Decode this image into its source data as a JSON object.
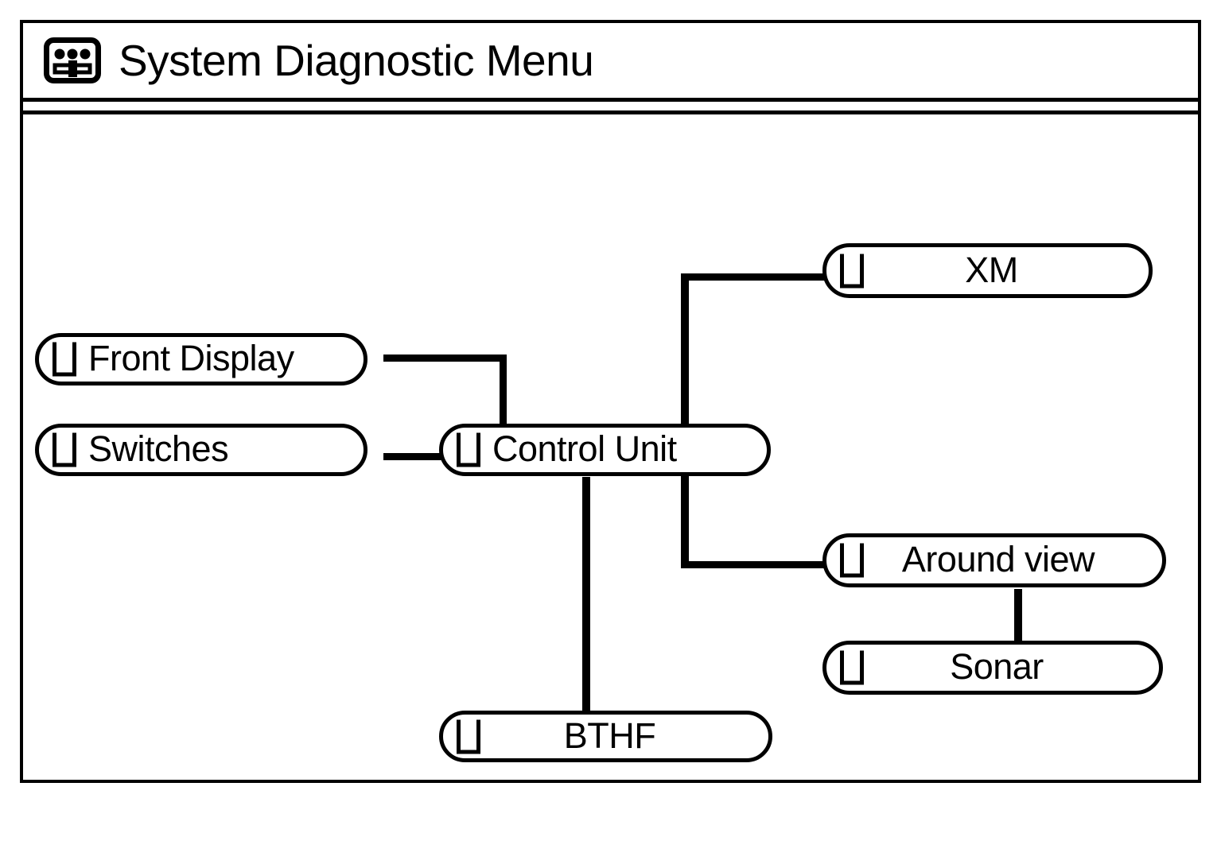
{
  "window": {
    "title": "System Diagnostic Menu",
    "title_icon": "diagnostic-panel-icon"
  },
  "colors": {
    "stroke": "#000000",
    "background": "#ffffff"
  },
  "diagram": {
    "node_icon": "module-status-icon",
    "nodes": [
      {
        "id": "front-display",
        "label": "Front Display"
      },
      {
        "id": "switches",
        "label": "Switches"
      },
      {
        "id": "control-unit",
        "label": "Control Unit"
      },
      {
        "id": "xm",
        "label": "XM"
      },
      {
        "id": "around-view",
        "label": "Around view"
      },
      {
        "id": "sonar",
        "label": "Sonar"
      },
      {
        "id": "bthf",
        "label": "BTHF"
      }
    ],
    "connections": [
      {
        "from": "front-display",
        "to": "control-unit"
      },
      {
        "from": "switches",
        "to": "control-unit"
      },
      {
        "from": "control-unit",
        "to": "xm"
      },
      {
        "from": "control-unit",
        "to": "around-view"
      },
      {
        "from": "around-view",
        "to": "sonar"
      },
      {
        "from": "control-unit",
        "to": "bthf"
      }
    ]
  }
}
